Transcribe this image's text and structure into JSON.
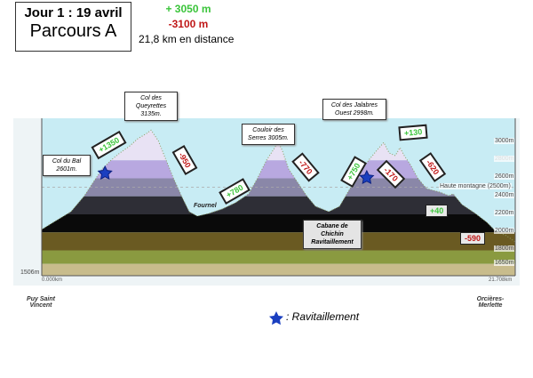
{
  "header": {
    "day": "Jour 1 : 19 avril",
    "route": "Parcours A",
    "gain": "+ 3050 m",
    "loss": "-3100 m",
    "distance": "21,8 km en distance"
  },
  "annotations": {
    "col_bal": "Col du Bal 2601m.",
    "col_queyrettes": "Col des Queyrettes 3135m.",
    "couloir_serres": "Couloir des Serres 3005m.",
    "col_jalabres": "Col des Jalabres Ouest 2998m.",
    "cabane_line1": "Cabane de Chichin",
    "cabane_line2": "Ravitaillement",
    "fournel": "Fournel"
  },
  "segments": [
    {
      "label": "+1350",
      "type": "gain"
    },
    {
      "label": "-950",
      "type": "loss"
    },
    {
      "label": "+780",
      "type": "gain"
    },
    {
      "label": "-770",
      "type": "loss"
    },
    {
      "label": "+750",
      "type": "gain"
    },
    {
      "label": "-170",
      "type": "loss"
    },
    {
      "label": "+130",
      "type": "gain"
    },
    {
      "label": "-620",
      "type": "loss"
    },
    {
      "label": "+40",
      "type": "gain"
    },
    {
      "label": "-590",
      "type": "loss"
    }
  ],
  "places": {
    "start": "Puy Saint Vincent",
    "end": "Orcières-Merlette"
  },
  "legend": {
    "label": ": Ravitaillement"
  },
  "colors": {
    "gain": "#3ac43a",
    "loss": "#c01818",
    "sky": "#c8ecf4",
    "star": "#1a3fc0"
  },
  "chart_data": {
    "type": "area",
    "title": "",
    "xlabel": "km",
    "ylabel": "m",
    "xlim": [
      0,
      21.708
    ],
    "ylim": [
      1506,
      3270
    ],
    "x_ticks": [
      "0.000km",
      "21.708km"
    ],
    "y_ticks": [
      "3000m",
      "2800m",
      "2600m",
      "Haute montagne (2500m)",
      "2400m",
      "2200m",
      "2000m",
      "1800m",
      "1650m",
      "1506m"
    ],
    "bands": [
      {
        "from": 2800,
        "to": 3300,
        "color": "#e8e2f4"
      },
      {
        "from": 2600,
        "to": 2800,
        "color": "#b8a8e0"
      },
      {
        "from": 2400,
        "to": 2600,
        "color": "#8a87a8"
      },
      {
        "from": 2200,
        "to": 2400,
        "color": "#2e2e36"
      },
      {
        "from": 2000,
        "to": 2200,
        "color": "#0a0a0a"
      }
    ],
    "ground_bands": [
      {
        "from": 1800,
        "to": 2000,
        "color": "#6a5a22"
      },
      {
        "from": 1650,
        "to": 1800,
        "color": "#8a9a40"
      },
      {
        "from": 1506,
        "to": 1650,
        "color": "#c8bc8c"
      }
    ],
    "haute_montagne": 2500,
    "profile_km": [
      0,
      0.53,
      1.34,
      1.96,
      2.36,
      2.77,
      3.18,
      3.58,
      3.99,
      4.4,
      4.81,
      5.01,
      5.34,
      5.62,
      6.03,
      6.44,
      6.76,
      7.13,
      7.66,
      8.27,
      8.88,
      9.49,
      9.9,
      10.31,
      10.63,
      10.84,
      11.04,
      11.32,
      11.73,
      12.14,
      12.55,
      13.16,
      13.65,
      14.18,
      14.58,
      14.99,
      15.4,
      15.68,
      15.93,
      16.21,
      16.42,
      16.62,
      16.9,
      17.23,
      17.64,
      18.25,
      18.66,
      18.86,
      19.27,
      19.88,
      20.41,
      20.81,
      21.3,
      21.708
    ],
    "profile_m": [
      2032,
      2111,
      2230,
      2407,
      2556,
      2704,
      2802,
      2881,
      2951,
      3040,
      3099,
      3135,
      3020,
      2852,
      2605,
      2388,
      2230,
      2180,
      2210,
      2259,
      2328,
      2427,
      2605,
      2802,
      2921,
      3005,
      2901,
      2704,
      2556,
      2407,
      2289,
      2230,
      2289,
      2506,
      2654,
      2802,
      2921,
      2998,
      2881,
      2852,
      2941,
      2852,
      2753,
      2605,
      2486,
      2447,
      2407,
      2427,
      2309,
      2210,
      2111,
      2012,
      1963,
      1894
    ],
    "ravitaillement_km": [
      2.9,
      14.9
    ]
  }
}
